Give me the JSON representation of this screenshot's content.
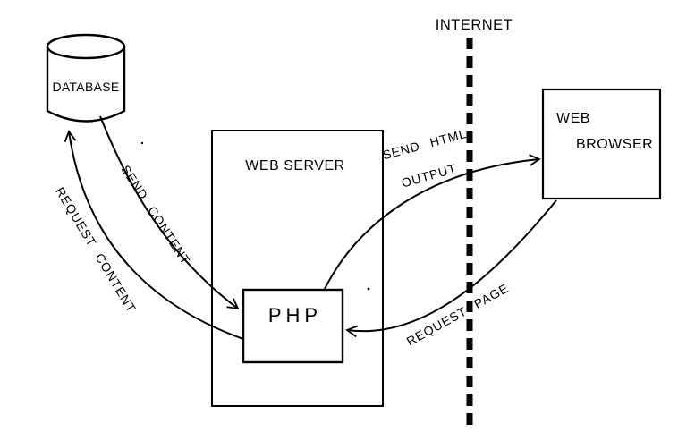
{
  "colors": {
    "ink": "#000000",
    "background": "#ffffff"
  },
  "nodes": {
    "database": {
      "label": "DATABASE"
    },
    "web_server": {
      "label": "WEB SERVER"
    },
    "php": {
      "label": "PHP"
    },
    "web_browser": {
      "line1": "WEB",
      "line2": "BROWSER"
    }
  },
  "boundary": {
    "label": "INTERNET"
  },
  "edges": {
    "send_content": {
      "label": "SEND CONTENT",
      "from": "database",
      "to": "php"
    },
    "request_content": {
      "label": "REQUEST CONTENT",
      "from": "php",
      "to": "database"
    },
    "send_html_output": {
      "line1": "SEND HTML",
      "line2": "OUTPUT",
      "from": "php",
      "to": "web_browser"
    },
    "request_page": {
      "label": "REQUEST PAGE",
      "from": "web_browser",
      "to": "php"
    }
  }
}
